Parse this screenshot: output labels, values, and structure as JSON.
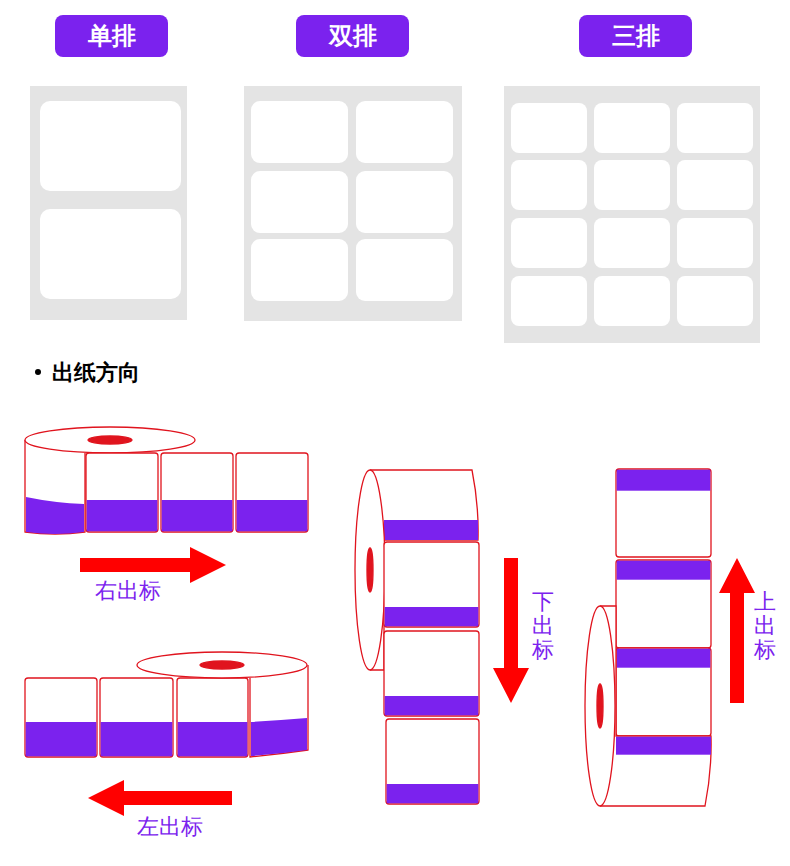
{
  "diagram": {
    "nodes": [
      {
        "text": [
          "单排"
        ]
      },
      {
        "text": [
          "双排"
        ]
      },
      {
        "text": [
          "三排"
        ]
      }
    ],
    "labels": [
      "出纸方向",
      "右出标",
      "左出标",
      "下出标",
      "上出标"
    ]
  }
}
